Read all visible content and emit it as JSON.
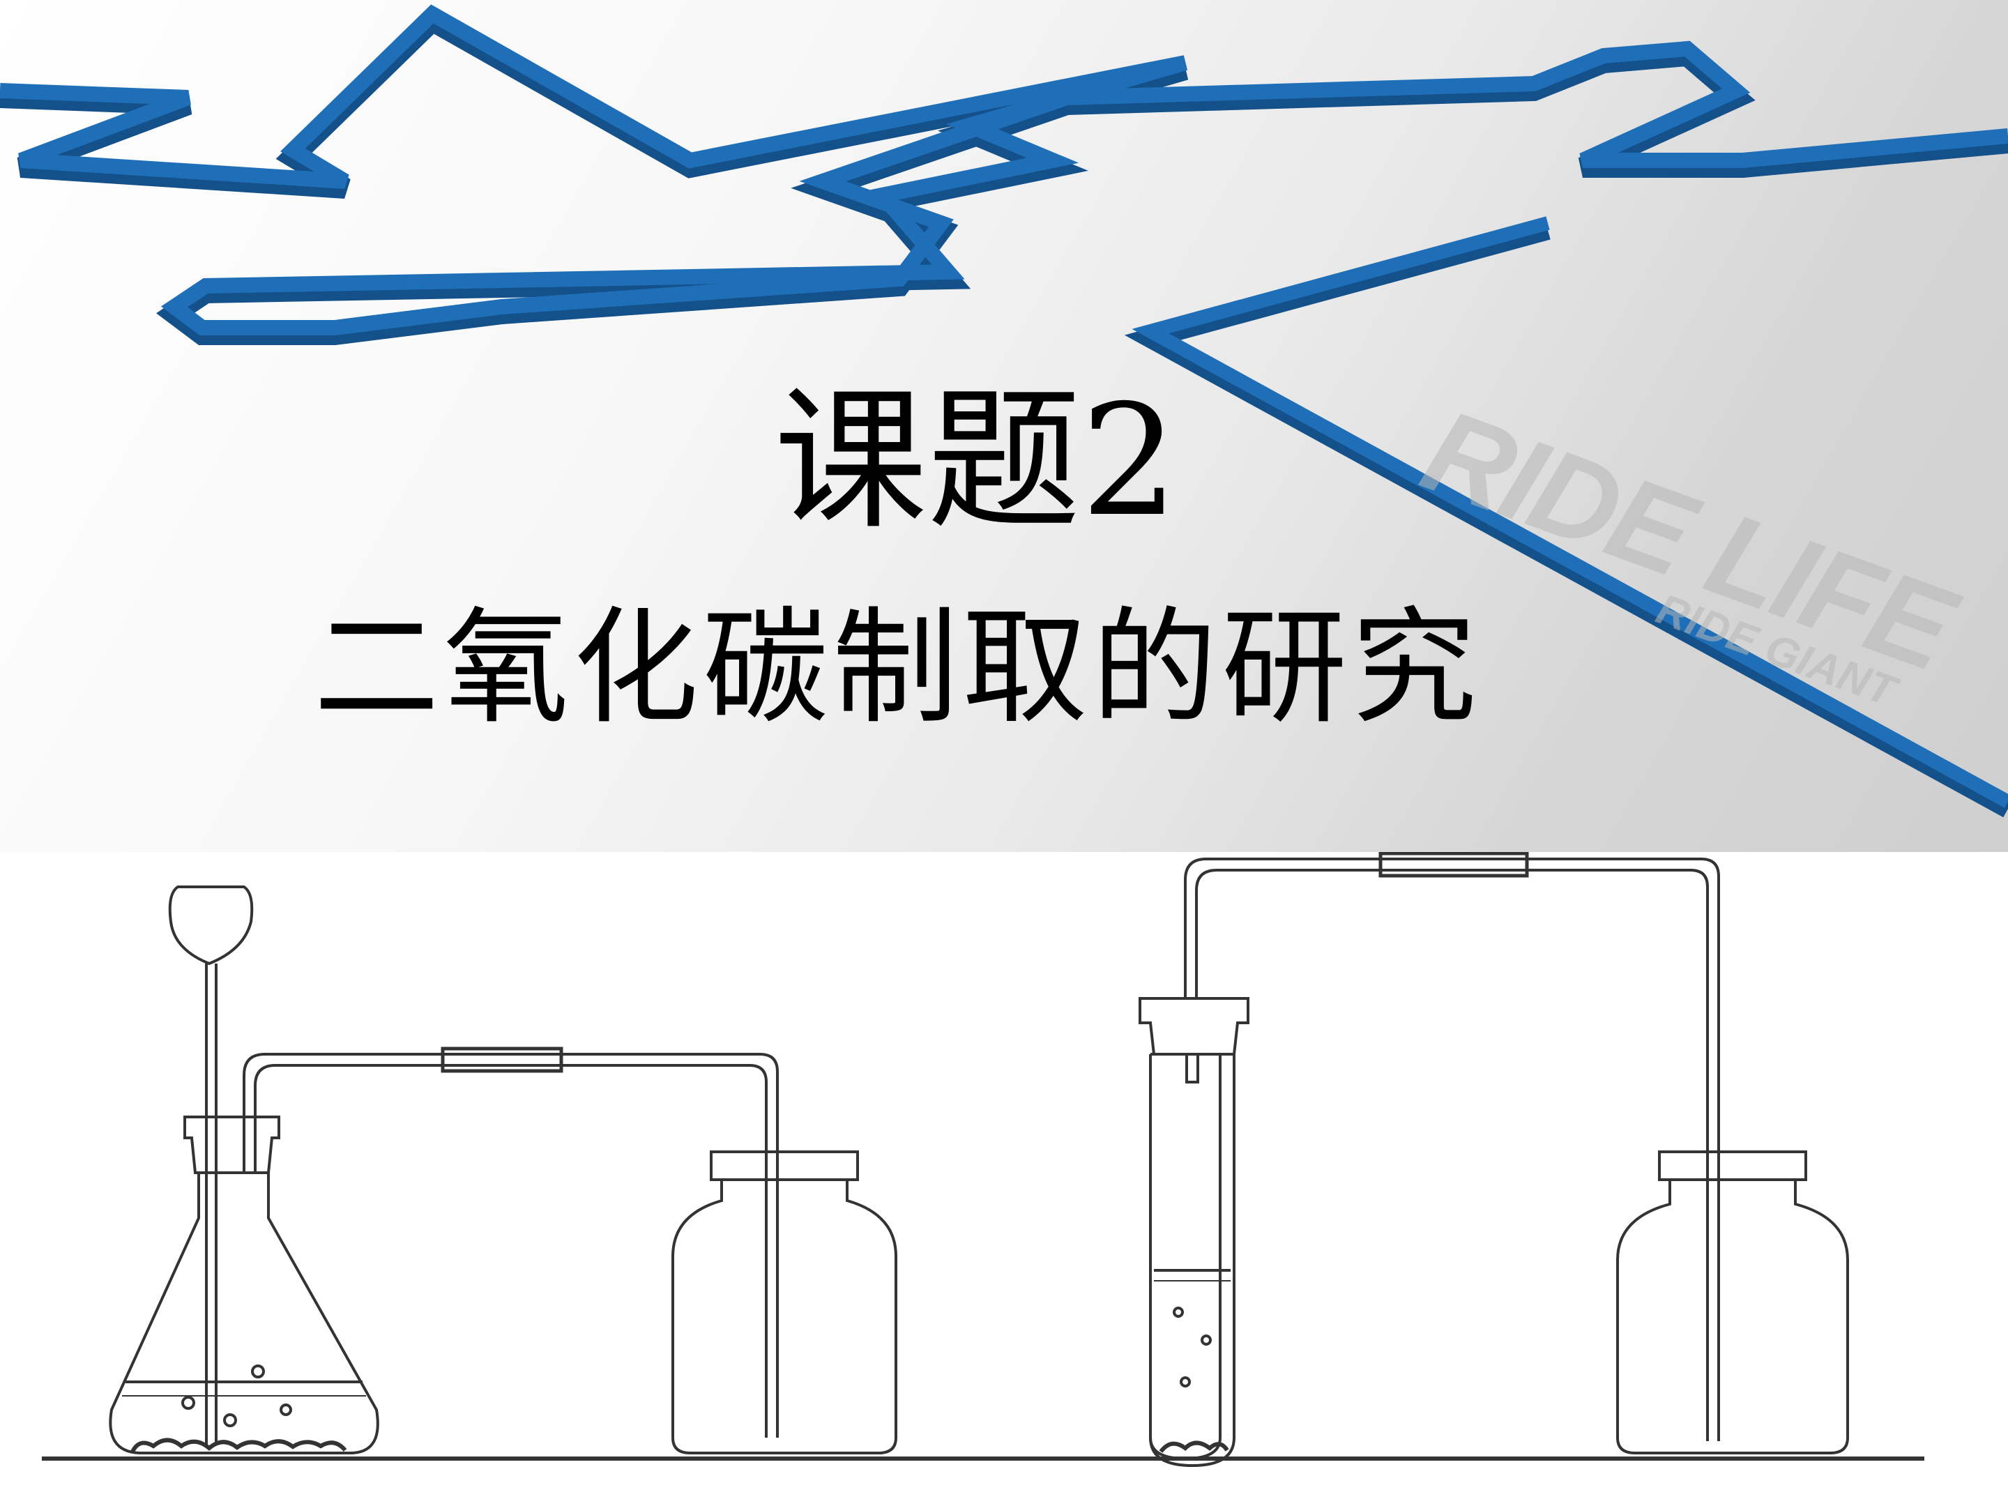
{
  "slide": {
    "title_line1": "课题2",
    "title_line2": "二氧化碳制取的研究"
  },
  "watermark": {
    "main": "RIDE LIFE",
    "sub": "RIDE GIANT"
  },
  "colors": {
    "ribbon_blue": "#1f6fb8",
    "ribbon_dark": "#14508a",
    "banner_gray": "#d6d6d6",
    "line_drawing": "#333333"
  },
  "illustrations": [
    "decorative-blue-ribbon",
    "co2-generation-apparatus-flask-and-bottle",
    "co2-generation-apparatus-test-tube-and-bottle"
  ]
}
